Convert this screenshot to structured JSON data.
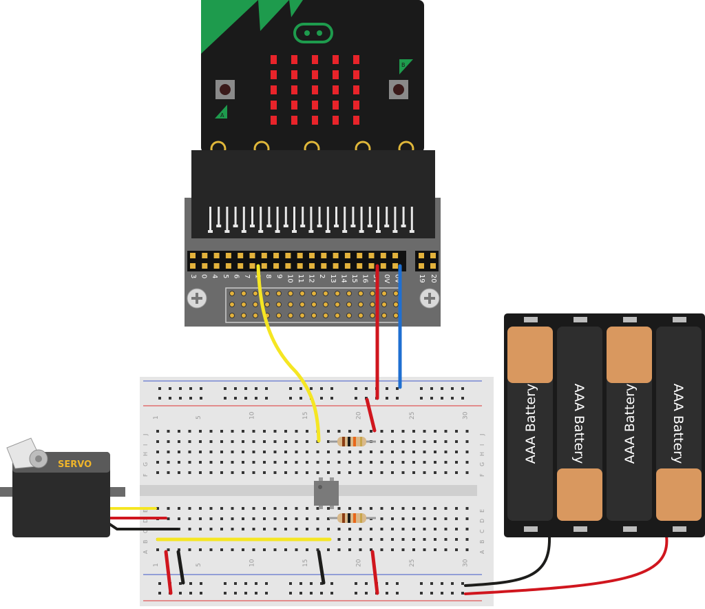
{
  "microbit": {
    "button_a_label": "A",
    "button_b_label": "B",
    "pin_labels": [
      "3",
      "0",
      "4",
      "5",
      "6",
      "7",
      "1",
      "8",
      "9",
      "10",
      "11",
      "12",
      "2",
      "13",
      "14",
      "15",
      "16",
      "3V",
      "0V",
      "0V",
      "19",
      "20"
    ]
  },
  "breadboard": {
    "column_numbers": [
      "1",
      "5",
      "10",
      "15",
      "20",
      "25",
      "30"
    ],
    "rows_top": [
      "J",
      "I",
      "H",
      "G",
      "F"
    ],
    "rows_bottom": [
      "E",
      "D",
      "C",
      "B",
      "A"
    ]
  },
  "servo": {
    "label": "SERVO"
  },
  "battery_pack": {
    "cells": [
      "AAA Battery",
      "AAA Battery",
      "AAA Battery",
      "AAA Battery"
    ]
  },
  "colors": {
    "wire_yellow": "#f5e623",
    "wire_red": "#d0161e",
    "wire_black": "#1d1d1b",
    "wire_blue": "#1f6fd1",
    "pcb_black": "#1a1a1a",
    "led_red": "#e8242a",
    "microbit_green": "#1e9b4d",
    "breadboard": "#e6e6e6",
    "battery_tan": "#d9985f"
  }
}
